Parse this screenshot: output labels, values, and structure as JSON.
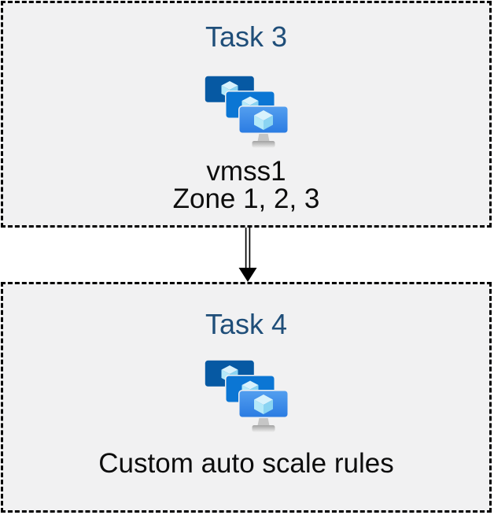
{
  "diagram": {
    "type": "flow",
    "direction": "top-to-bottom"
  },
  "tasks": [
    {
      "title": "Task 3",
      "icon": "vm-scale-sets-icon",
      "lines": {
        "0": "vmss1",
        "1": "Zone 1, 2, 3"
      }
    },
    {
      "title": "Task 4",
      "icon": "vm-scale-sets-icon",
      "lines": {
        "0": "Custom auto scale rules"
      }
    }
  ],
  "connector": {
    "style": "double-line",
    "direction": "down",
    "from": "Task 3",
    "to": "Task 4"
  },
  "colors": {
    "title_text": "#1f4e79",
    "body_text": "#0d0d0d",
    "box_fill": "#f1f1f2",
    "box_border": "#000000",
    "arrow": "#000000",
    "monitor_back": "#0659a3",
    "monitor_middle": "#0b76d4",
    "monitor_front_top": "#539eef",
    "monitor_front_bottom": "#2b7ce2",
    "cube_top": "#d8f2fc",
    "cube_left": "#b4e9f9",
    "cube_right": "#8ad4f2",
    "stand_neck": "#c6c6c6",
    "stand_base_top": "#a2a2a2",
    "stand_base_bottom": "#ececec"
  }
}
